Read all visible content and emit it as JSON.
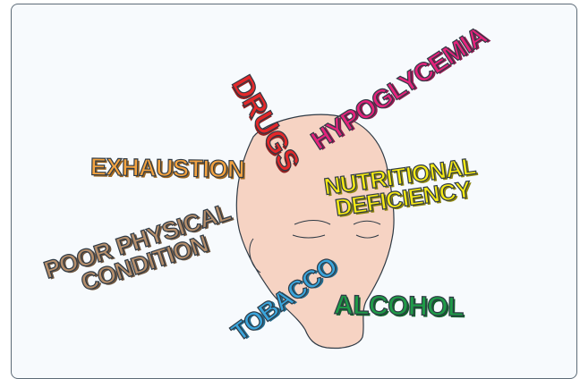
{
  "factors": {
    "drugs": {
      "text": "DRUGS",
      "color": "#e4282a",
      "shadow": "#8f1f20"
    },
    "hypoglycemia": {
      "text": "HYPOGLYCEMIA",
      "color": "#e4237b",
      "shadow": "#8e1c50"
    },
    "exhaustion": {
      "text": "EXHAUSTION",
      "color": "#f4a340",
      "shadow": "#9a6522"
    },
    "nutritional": {
      "line1": "NUTRITIONAL",
      "line2": "DEFICIENCY",
      "color": "#f6ea13",
      "shadow": "#8c8410"
    },
    "poor": {
      "line1": "POOR PHYSICAL",
      "line2": "CONDITION",
      "color": "#b58e6b",
      "shadow": "#6e5640"
    },
    "tobacco": {
      "text": "TOBACCO",
      "color": "#3aa5dc",
      "shadow": "#236a8c"
    },
    "alcohol": {
      "text": "ALCOHOL",
      "color": "#1f9b48",
      "shadow": "#125f2c"
    }
  },
  "colors": {
    "skin": "#f6d3c3",
    "outline": "#2f3a45",
    "background": "#f7fafd"
  }
}
